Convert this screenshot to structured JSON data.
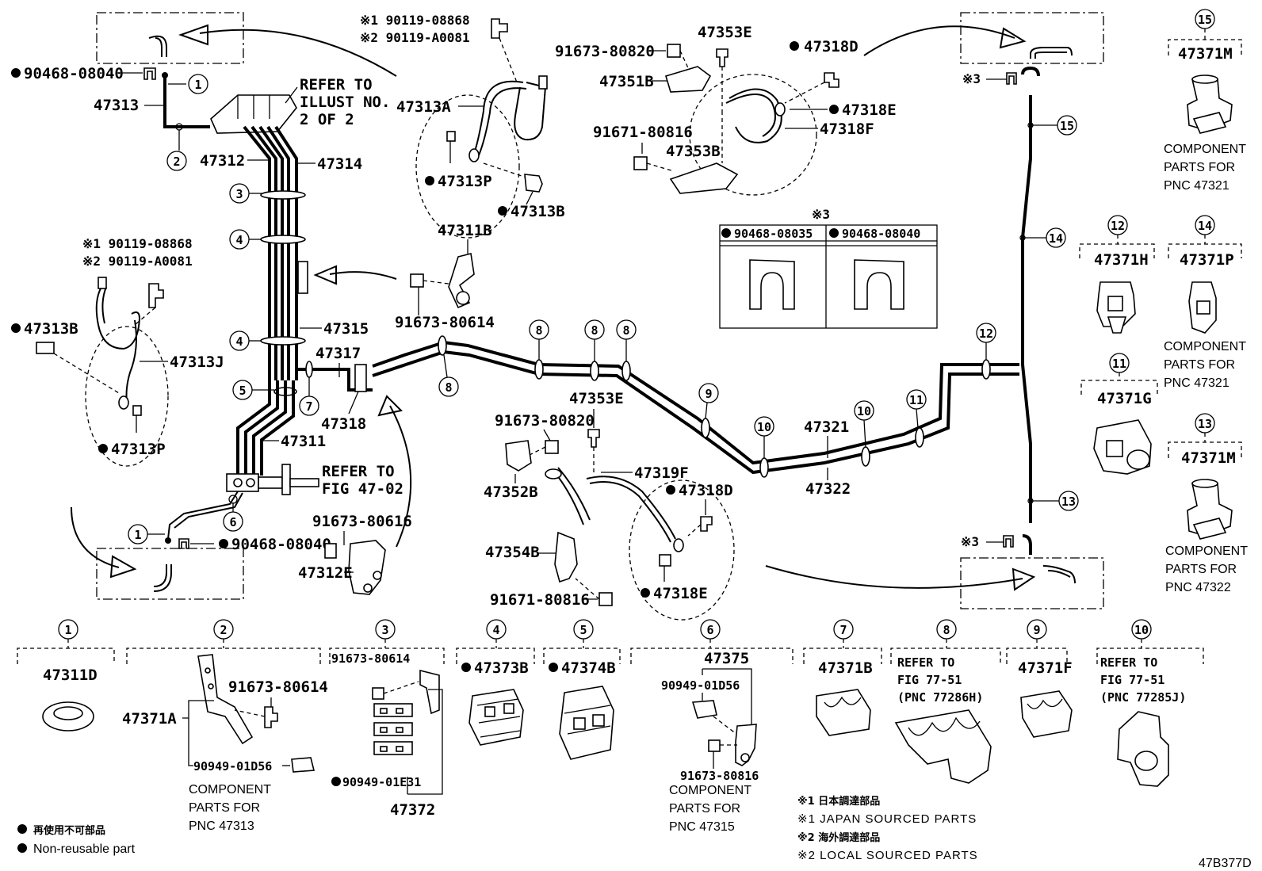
{
  "labels": {
    "p90468_08040_top": "90468-08040",
    "p47313": "47313",
    "p47312": "47312",
    "p47314": "47314",
    "refer_illust": [
      "REFER TO",
      "ILLUST NO.",
      "2 OF 2"
    ],
    "note1_90119": "※1 90119-08868",
    "note2_90119": "※2 90119-A0081",
    "p47313A": "47313A",
    "p47313P_top": "47313P",
    "p47313B_top": "47313B",
    "p47311B": "47311B",
    "p91673_80614_mid": "91673-80614",
    "p47315": "47315",
    "p47317": "47317",
    "p47318": "47318",
    "p47311": "47311",
    "refer_fig4702": [
      "REFER TO",
      "FIG 47-02"
    ],
    "note1_90119_left": "※1 90119-08868",
    "note2_90119_left": "※2 90119-A0081",
    "p47313B_left": "47313B",
    "p47313J": "47313J",
    "p47313P_left": "47313P",
    "p90468_08040_bot": "90468-08040",
    "p91673_80616": "91673-80616",
    "p47312E": "47312E",
    "p91673_80820_top": "91673-80820",
    "p47353E_top": "47353E",
    "p47318D_top": "47318D",
    "p47351B": "47351B",
    "p47318E_top": "47318E",
    "p47318F": "47318F",
    "p91671_80816_top": "91671-80816",
    "p47353B": "47353B",
    "note3_top": "※3",
    "note3_table": "※3",
    "table_h1": "90468-08035",
    "table_h2": "90468-08040",
    "p91673_80820_mid": "91673-80820",
    "p47353E_mid": "47353E",
    "p47352B": "47352B",
    "p47319F": "47319F",
    "p47318D_mid": "47318D",
    "p47354B": "47354B",
    "p91671_80816_mid": "91671-80816",
    "p47318E_mid": "47318E",
    "p47321": "47321",
    "p47322": "47322",
    "note3_bot": "※3",
    "p47371M_top": "47371M",
    "comp_47321_a": [
      "COMPONENT",
      "PARTS FOR",
      "PNC 47321"
    ],
    "p47371H": "47371H",
    "p47371P": "47371P",
    "comp_47321_b": [
      "COMPONENT",
      "PARTS FOR",
      "PNC 47321"
    ],
    "p47371G": "47371G",
    "p47371M_bot": "47371M",
    "comp_47322": [
      "COMPONENT",
      "PARTS FOR",
      "PNC 47322"
    ]
  },
  "bottom": {
    "b1": "47311D",
    "b2_a": "91673-80614",
    "b2_b": "47371A",
    "b2_c": "90949-01D56",
    "comp_47313": [
      "COMPONENT",
      "PARTS FOR",
      "PNC 47313"
    ],
    "b3_a": "91673-80614",
    "b3_b": "90949-01E31",
    "b3_c": "47372",
    "b4": "47373B",
    "b5": "47374B",
    "b6_a": "47375",
    "b6_b": "90949-01D56",
    "b6_c": "91673-80816",
    "comp_47315": [
      "COMPONENT",
      "PARTS FOR",
      "PNC 47315"
    ],
    "b7": "47371B",
    "b8": [
      "REFER TO",
      "FIG 77-51",
      "(PNC 77286H)"
    ],
    "b9": "47371F",
    "b10": [
      "REFER TO",
      "FIG 77-51",
      "(PNC 77285J)"
    ]
  },
  "legend": {
    "jp": "再使用不可部品",
    "en": "Non-reusable part"
  },
  "notes": {
    "n1_jp": "※1 日本調達部品",
    "n1_en": "※1 JAPAN SOURCED PARTS",
    "n2_jp": "※2 海外調達部品",
    "n2_en": "※2 LOCAL SOURCED PARTS"
  },
  "code": "47B377D",
  "circles": [
    "1",
    "2",
    "3",
    "4",
    "5",
    "6",
    "7",
    "8",
    "9",
    "10",
    "11",
    "12",
    "13",
    "14",
    "15"
  ]
}
